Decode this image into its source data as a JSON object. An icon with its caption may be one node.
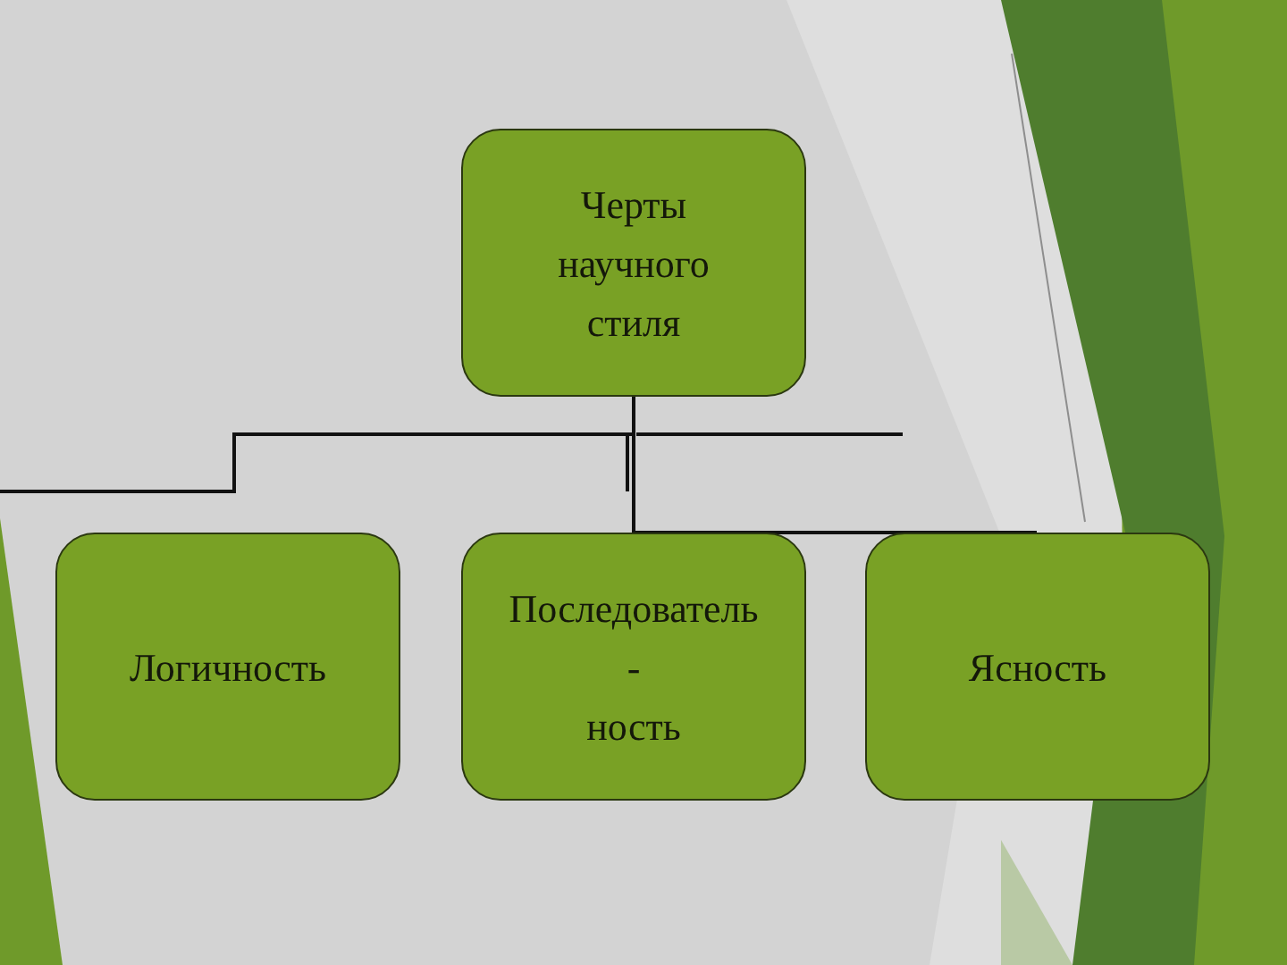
{
  "diagram": {
    "nodes": [
      {
        "text": [
          "Черты научного стиля"
        ]
      },
      {
        "text": [
          "Логичность"
        ]
      },
      {
        "text": [
          "Последователь - ность"
        ]
      },
      {
        "text": [
          "Ясность"
        ]
      }
    ],
    "edges": [
      {
        "from": 0,
        "to": 2,
        "arrow": "none"
      },
      {
        "from": 0,
        "to": 3,
        "arrow": "none"
      },
      {
        "from": 0,
        "to": null,
        "arrow": "none"
      }
    ]
  }
}
